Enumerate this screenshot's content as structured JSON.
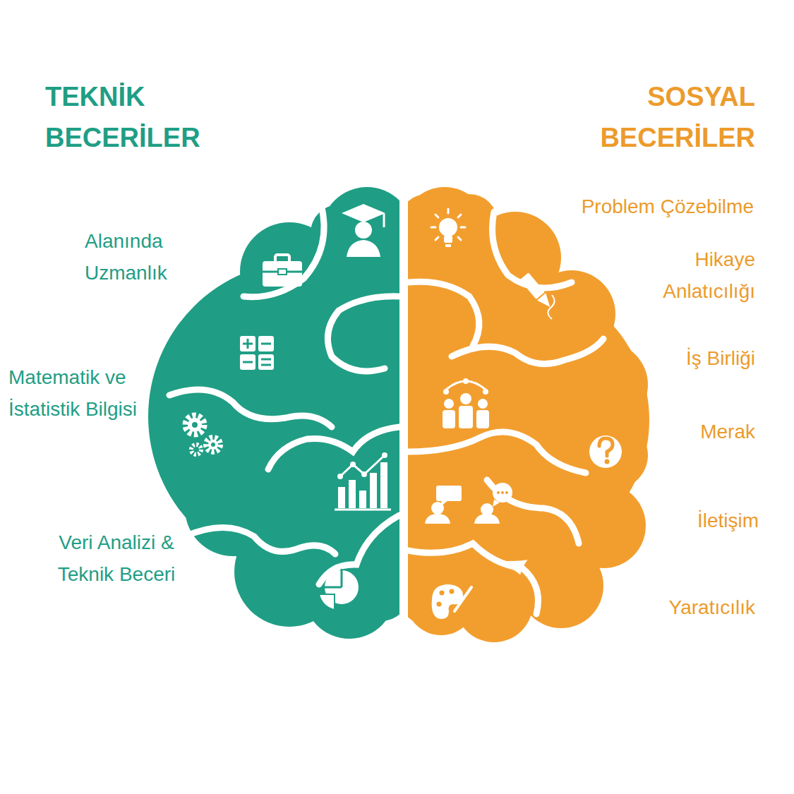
{
  "diagram": {
    "labels": [
      "TEKNİK BECERİLER",
      "SOSYAL BECERİLER",
      "Alanında Uzmanlık",
      "Matematik ve İstatistik Bilgisi",
      "Veri Analizi & Teknik Beceri",
      "Problem Çözebilme",
      "Hikaye Anlatıcılığı",
      "İş Birliği",
      "Merak",
      "İletişim",
      "Yaratıcılık"
    ]
  }
}
